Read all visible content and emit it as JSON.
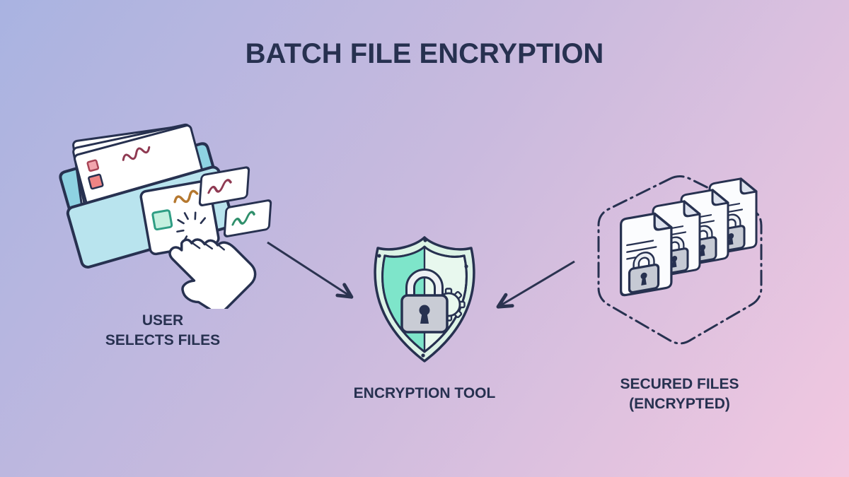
{
  "title": "BATCH FILE ENCRYPTION",
  "nodes": {
    "user_selects": {
      "line1": "USER",
      "line2": "SELECTS FILES"
    },
    "encryption_tool": {
      "label": "ENCRYPTION TOOL"
    },
    "secured_files": {
      "line1": "SECURED FILES",
      "line2": "(ENCRYPTED)"
    }
  },
  "colors": {
    "background_top_left": "#a9b3e1",
    "background_mid": "#c9bade",
    "background_bottom_right": "#f2c8e0",
    "outline_navy": "#273150",
    "folder_teal": "#8ed2e2",
    "folder_front_teal": "#b9e4ee",
    "paper_white": "#ffffff",
    "shield_band_mint": "#dcf3e6",
    "shield_left_teal": "#7ee5ca",
    "shield_right_mint": "#e8f8ee",
    "lock_gray": "#c9ccd5",
    "accent_red": "#ee8484",
    "accent_pink": "#f2a5ad",
    "accent_green": "#2f8f6b",
    "accent_orange": "#b5782f",
    "accent_maroon": "#8f3a52"
  }
}
